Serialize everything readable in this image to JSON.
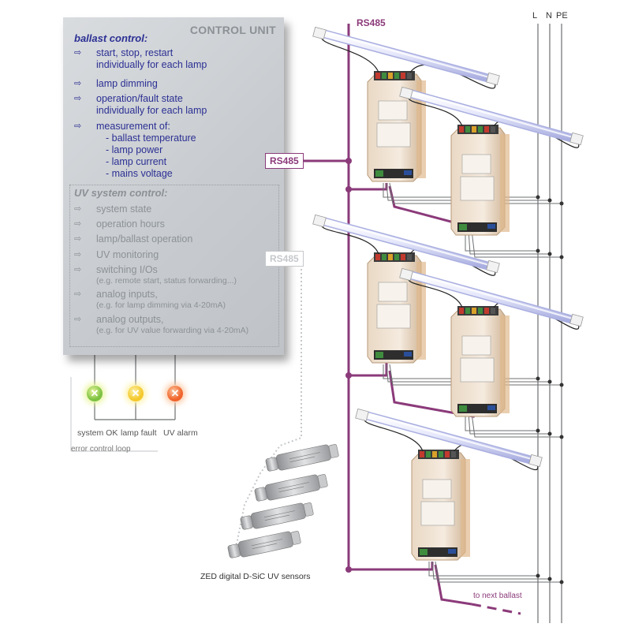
{
  "control_unit": {
    "title": "CONTROL UNIT",
    "ballast_section": {
      "title": "ballast control:",
      "items": [
        {
          "lines": [
            "start, stop, restart",
            "individually for each lamp"
          ]
        },
        {
          "lines": [
            "lamp dimming"
          ]
        },
        {
          "lines": [
            "operation/fault state",
            "individually for each lamp"
          ]
        },
        {
          "lines": [
            "measurement of:",
            "- ballast temperature",
            "- lamp power",
            "- lamp current",
            "- mains voltage"
          ]
        }
      ]
    },
    "uv_section": {
      "title": "UV system control:",
      "items": [
        {
          "main": "system state",
          "sub": ""
        },
        {
          "main": "operation hours",
          "sub": ""
        },
        {
          "main": "lamp/ballast operation",
          "sub": ""
        },
        {
          "main": "UV monitoring",
          "sub": ""
        },
        {
          "main": "switching I/Os",
          "sub": "(e.g. remote start, status forwarding...)"
        },
        {
          "main": "analog inputs,",
          "sub": "(e.g. for lamp dimming via 4-20mA)"
        },
        {
          "main": "analog outputs,",
          "sub": "(e.g. for UV value forwarding via 4-20mA)"
        }
      ]
    },
    "arrow_glyph": "⇨"
  },
  "bus": {
    "rs485_top": "RS485",
    "rs485_box": "RS485",
    "rs485_grey": "RS485"
  },
  "mains": {
    "l": "L",
    "n": "N",
    "pe": "PE"
  },
  "indicators": {
    "caption": "error control loop",
    "leds": [
      {
        "label": "system OK",
        "color": "#7cc242",
        "glow": "#e9f59a",
        "mark": "✕"
      },
      {
        "label": "lamp fault",
        "color": "#f4c82c",
        "glow": "#fdf1a6",
        "mark": "✕"
      },
      {
        "label": "UV alarm",
        "color": "#f0632a",
        "glow": "#fcc9a3",
        "mark": "✕"
      }
    ]
  },
  "sensors": {
    "caption": "ZED digital D-SiC UV sensors",
    "count": 4
  },
  "next_ballast": "to next ballast",
  "colors": {
    "bus": "#8b3a7a",
    "text_blue": "#2b2f93",
    "text_grey": "#8c9196",
    "wire": "#6d6f71"
  }
}
